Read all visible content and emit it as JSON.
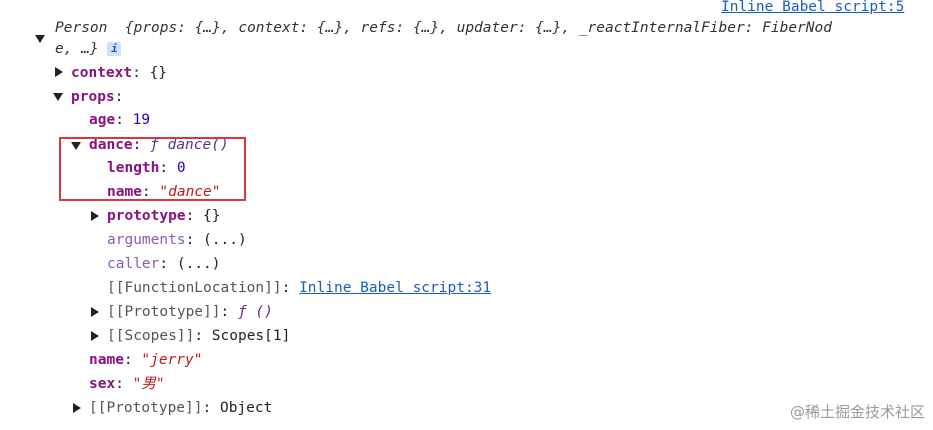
{
  "header_link": "Inline Babel script:5",
  "root": {
    "name": "Person",
    "summary_line1": "{props: {…}, context: {…}, refs: {…}, updater: {…}, _reactInternalFiber: FiberNod",
    "summary_line2": "e,  …}",
    "info_badge": "i"
  },
  "context": {
    "key": "context",
    "value": "{}"
  },
  "props": {
    "key": "props",
    "age": {
      "key": "age",
      "value": "19"
    },
    "dance": {
      "key": "dance",
      "value": "ƒ dance()",
      "length": {
        "key": "length",
        "value": "0"
      },
      "name": {
        "key": "name",
        "value": "\"dance\""
      },
      "prototype": {
        "key": "prototype",
        "value": "{}"
      },
      "arguments": {
        "key": "arguments",
        "value": "(...)"
      },
      "caller": {
        "key": "caller",
        "value": "(...)"
      },
      "function_location": {
        "key": "[[FunctionLocation]]",
        "value": "Inline Babel script:31"
      },
      "proto": {
        "key": "[[Prototype]]",
        "value": "ƒ ()"
      },
      "scopes": {
        "key": "[[Scopes]]",
        "value": "Scopes[1]"
      }
    },
    "name": {
      "key": "name",
      "value": "\"jerry\""
    },
    "sex": {
      "key": "sex",
      "value": "\"男\""
    },
    "proto": {
      "key": "[[Prototype]]",
      "value": "Object"
    }
  },
  "watermark": "@稀土掘金技术社区",
  "colors": {
    "key": "#881280",
    "number": "#1c00cf",
    "string": "#c41a16",
    "link": "#1a5dbf",
    "highlight_border": "#d9363e"
  }
}
